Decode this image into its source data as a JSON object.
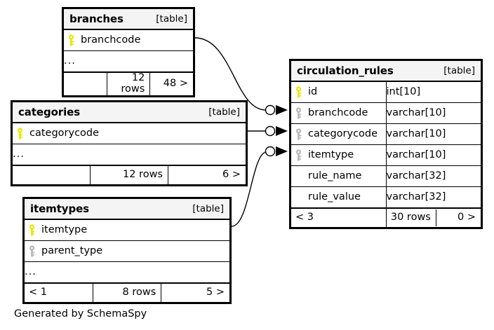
{
  "diagram": {
    "caption": "Generated by SchemaSpy",
    "table_tag": "[table]",
    "ellipsis": "...",
    "colors": {
      "primary_key": "#e8e800",
      "foreign_key": "#b8b8b8",
      "border": "#000000",
      "header_bg": "#f4f4f4",
      "background": "#ffffff"
    }
  },
  "tables": [
    {
      "id": "branches",
      "name": "branches",
      "tag": "[table]",
      "columns": [
        {
          "name": "branchcode",
          "key": "primary",
          "type": ""
        }
      ],
      "has_ellipsis_row": true,
      "footer": {
        "left": "",
        "middle": "12 rows",
        "right": "48 >"
      }
    },
    {
      "id": "categories",
      "name": "categories",
      "tag": "[table]",
      "columns": [
        {
          "name": "categorycode",
          "key": "primary",
          "type": ""
        }
      ],
      "has_ellipsis_row": true,
      "footer": {
        "left": "",
        "middle": "12 rows",
        "right": "6 >"
      }
    },
    {
      "id": "itemtypes",
      "name": "itemtypes",
      "tag": "[table]",
      "columns": [
        {
          "name": "itemtype",
          "key": "primary",
          "type": ""
        },
        {
          "name": "parent_type",
          "key": "foreign",
          "type": ""
        }
      ],
      "has_ellipsis_row": true,
      "footer": {
        "left": "< 1",
        "middle": "8 rows",
        "right": "5 >"
      }
    },
    {
      "id": "circulation_rules",
      "name": "circulation_rules",
      "tag": "[table]",
      "columns": [
        {
          "name": "id",
          "key": "primary",
          "type": "int[10]"
        },
        {
          "name": "branchcode",
          "key": "foreign",
          "type": "varchar[10]"
        },
        {
          "name": "categorycode",
          "key": "foreign",
          "type": "varchar[10]"
        },
        {
          "name": "itemtype",
          "key": "foreign",
          "type": "varchar[10]"
        },
        {
          "name": "rule_name",
          "key": "none",
          "type": "varchar[32]"
        },
        {
          "name": "rule_value",
          "key": "none",
          "type": "varchar[32]"
        }
      ],
      "has_ellipsis_row": false,
      "footer": {
        "left": "< 3",
        "middle": "30 rows",
        "right": "0 >"
      }
    }
  ],
  "relationships": [
    {
      "from": "branches.branchcode",
      "to": "circulation_rules.branchcode"
    },
    {
      "from": "categories.categorycode",
      "to": "circulation_rules.categorycode"
    },
    {
      "from": "itemtypes.itemtype",
      "to": "circulation_rules.itemtype"
    }
  ]
}
